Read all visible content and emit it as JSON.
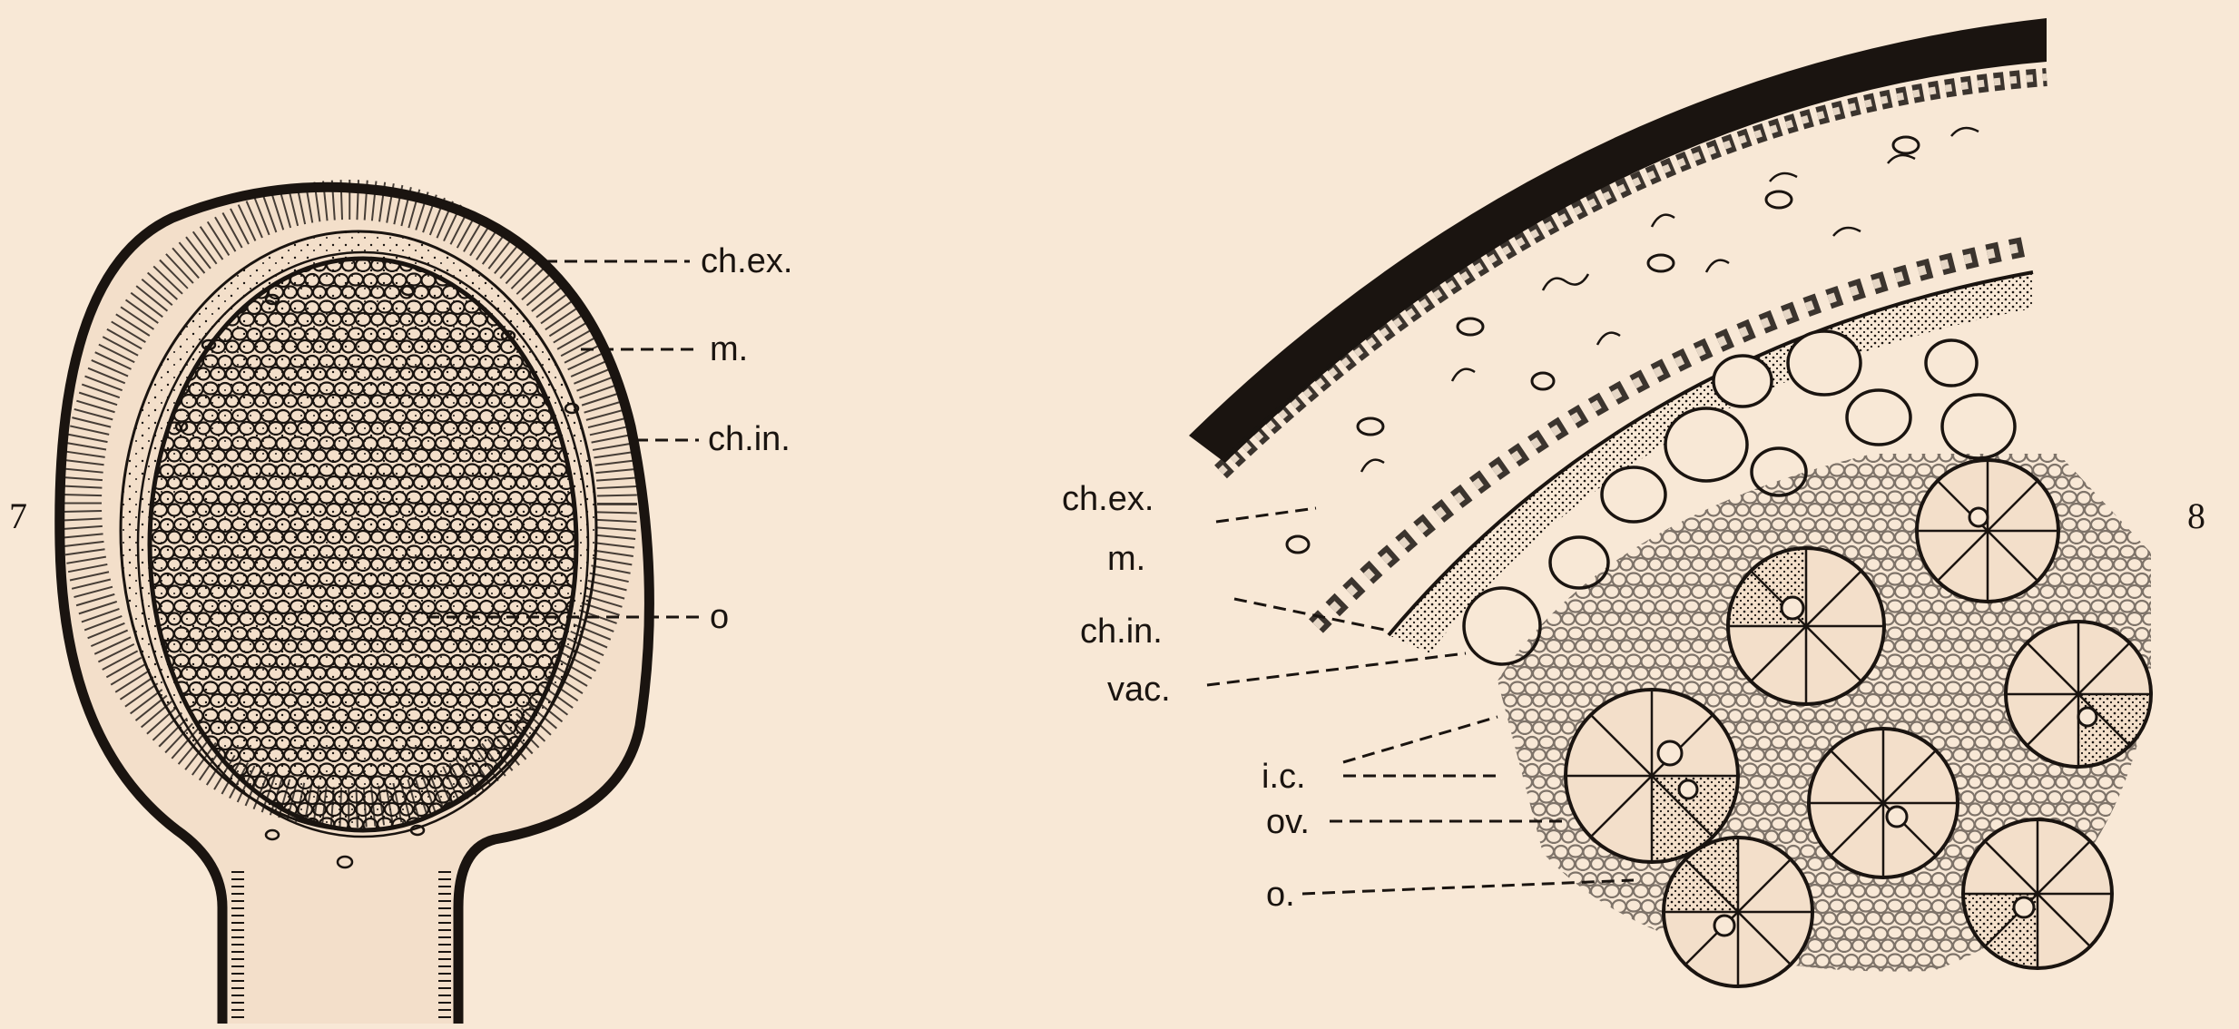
{
  "figure7": {
    "number": "7",
    "labels": {
      "ch_ex": "ch.ex.",
      "m": "m.",
      "ch_in": "ch.in.",
      "o": "o"
    }
  },
  "figure8": {
    "number": "8",
    "labels": {
      "ch_ex": "ch.ex.",
      "m": "m.",
      "ch_in": "ch.in.",
      "vac": "vac.",
      "ic": "i.c.",
      "ov": "ov.",
      "o": "o."
    }
  },
  "colors": {
    "background": "#f8e8d6",
    "ink": "#1a1410"
  }
}
